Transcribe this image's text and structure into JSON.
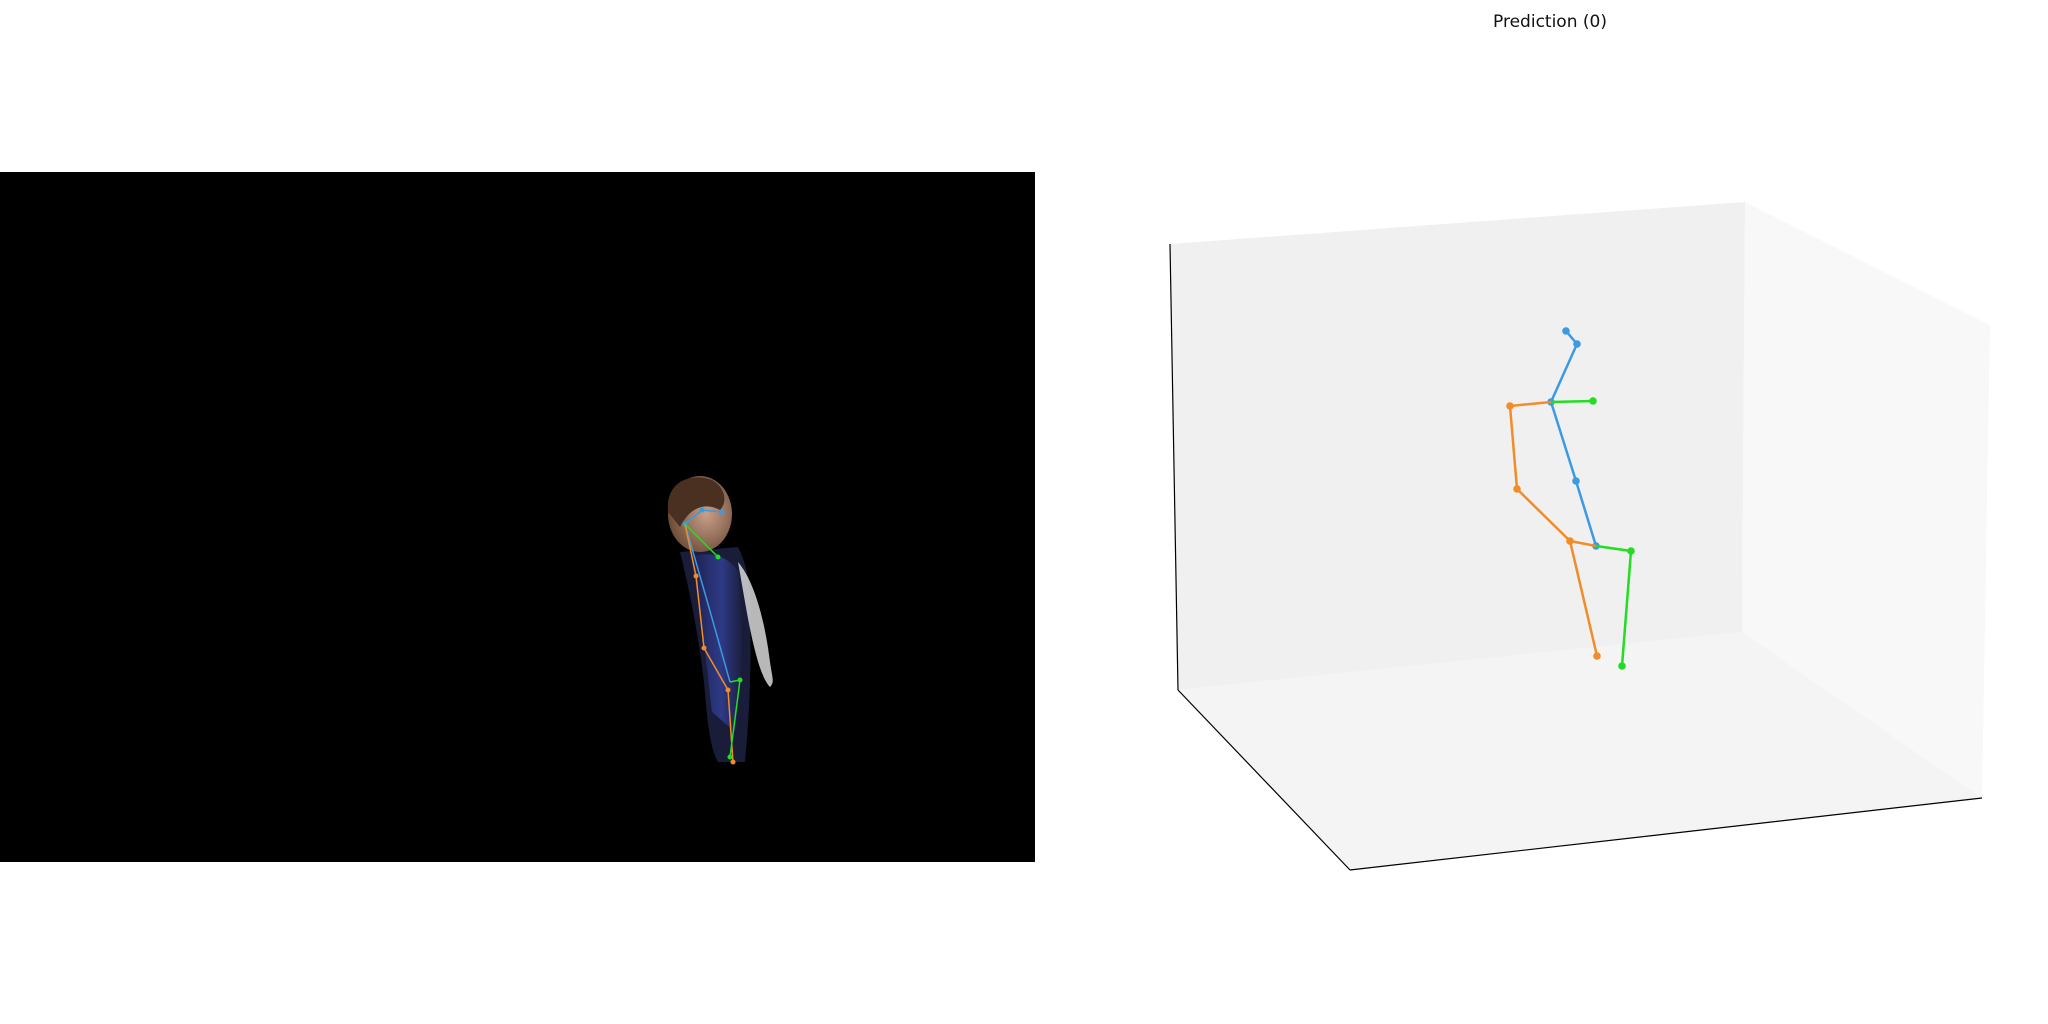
{
  "plot": {
    "title": "Prediction (0)"
  },
  "colors": {
    "background": "#000000",
    "center": "#3b9ae1",
    "left": "#f28c28",
    "right": "#22dd22",
    "pane_back": "#f0f0f0",
    "pane_floor": "#f4f4f4",
    "pane_side": "#f8f8f8"
  },
  "skeleton": {
    "chain_colors": [
      "center",
      "left",
      "right"
    ]
  }
}
